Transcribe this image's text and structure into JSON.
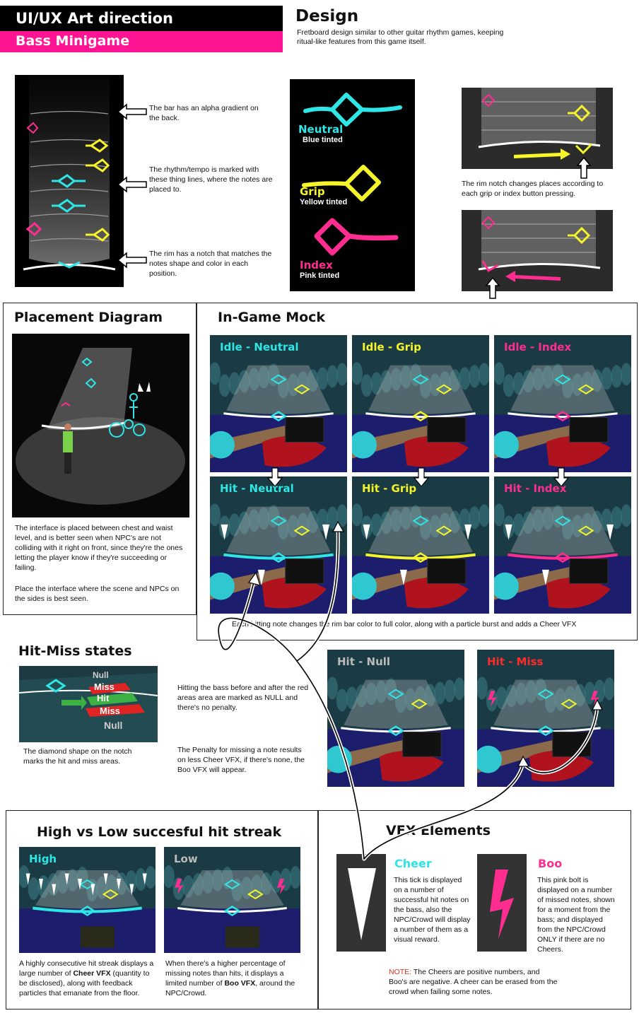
{
  "header": {
    "title": "UI/UX Art direction",
    "subtitle": "Bass Minigame"
  },
  "design": {
    "title": "Design",
    "text": "Fretboard design similar to other guitar rhythm games, keeping ritual-like features from this game itself."
  },
  "fretboard_notes": {
    "alpha": "The bar has an alpha gradient on the back.",
    "rhythm": "The rhythm/tempo is marked with these thing lines, where the notes are placed to.",
    "rim": "The rim has a notch that matches the notes shape and color in each position."
  },
  "legend": {
    "neutral": {
      "name": "Neutral",
      "sub": "Blue tinted"
    },
    "grip": {
      "name": "Grip",
      "sub": "Yellow tinted"
    },
    "index": {
      "name": "Index",
      "sub": "Pink tinted"
    }
  },
  "rim_notch_text": "The rim notch changes places according to each grip or index button pressing.",
  "placement": {
    "title": "Placement Diagram",
    "text1": "The interface is placed between chest and waist level, and is better seen when NPC's are not colliding with it right on front, since they're the ones letting the player know if they're succeeding or failing.",
    "text2": "Place the interface where the scene and NPCs on the sides is best seen."
  },
  "ingame": {
    "title": "In-Game Mock",
    "idle": [
      "Idle - Neutral",
      "Idle - Grip",
      "Idle - Index"
    ],
    "hit": [
      "Hit - Neutral",
      "Hit - Grip",
      "Hit - Index"
    ],
    "caption": "Each hitting note changes the rim bar color to full color, along with a particle burst and adds a Cheer VFX"
  },
  "hitmiss": {
    "title": "Hit-Miss states",
    "labels": [
      "Null",
      "Miss",
      "Hit",
      "Miss",
      "Null"
    ],
    "diamond_text": "The diamond shape on the notch marks the hit and miss areas.",
    "null_text": "Hitting the bass before and after the red areas area are marked as NULL and there's no penalty.",
    "penalty_text": "The Penalty for missing a note results on less Cheer VFX, if there's none, the Boo VFX will appear.",
    "null_label": "Hit - Null",
    "miss_label": "Hit - Miss"
  },
  "streak": {
    "title": "High vs Low succesful hit streak",
    "high_label": "High",
    "low_label": "Low",
    "high_text_a": "A highly consecutive hit streak displays a large number of ",
    "high_text_b": "Cheer VFX",
    "high_text_c": " (quantity to be disclosed), along with feedback particles that emanate from the floor.",
    "low_text_a": "When there's a higher percentage of missing notes than hits, it displays a limited number of ",
    "low_text_b": "Boo VFX",
    "low_text_c": ", around the NPC/Crowd."
  },
  "vfx": {
    "title": "VFX Elements",
    "cheer_title": "Cheer",
    "cheer_text": "This tick is displayed on a number of successful hit notes on the bass, also the NPC/Crowd will display a number of them as a visual reward.",
    "boo_title": "Boo",
    "boo_text": "This pink bolt is displayed on a number of missed notes, shown for a moment from the bass; and displayed from the NPC/Crowd ONLY if there are no Cheers.",
    "note_label": "NOTE:",
    "note_text": " The Cheers are positive numbers, and Boo's are negative. A cheer can be erased from the crowd when failing some notes."
  },
  "colors": {
    "neutral": "#2ee6e6",
    "grip": "#f5f52a",
    "index": "#ff2d8f",
    "miss": "#e02424",
    "hit": "#3cb043"
  }
}
